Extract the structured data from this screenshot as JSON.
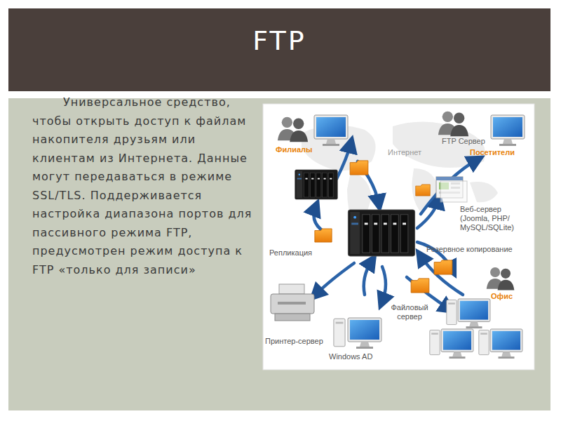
{
  "diagram": {
    "title": "FTP",
    "labels": [
      "Универсальное средство, чтобы открыть доступ к файлам накопителя друзьям или клиентам из Интернета. Данные могут передаваться в режиме SSL/TLS. Поддерживается настройка диапазона портов для пассивного режима FTP, предусмотрен режим доступа к FTP «только для записи»",
      "Филиалы",
      "Интернет",
      "FTP Сервер",
      "Посетители",
      "Веб-сервер (Joomla, PHP/ MySQL/SQLite)",
      "Репликация",
      "Резервное копирование",
      "Офис",
      "Файловый сервер",
      "Принтер-сервер",
      "Windows AD"
    ]
  }
}
